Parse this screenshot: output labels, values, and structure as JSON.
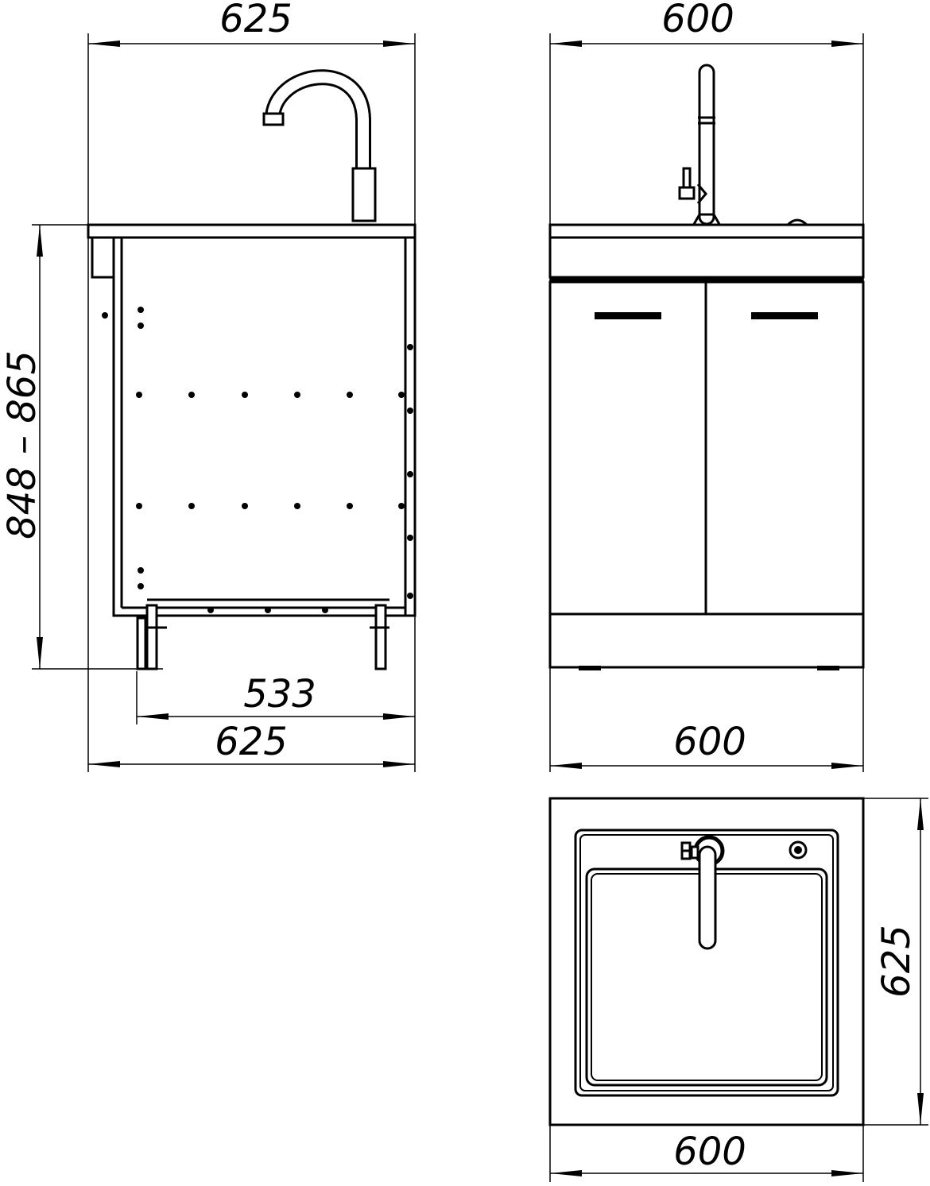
{
  "side_view": {
    "top_width": "625",
    "height": "848 – 865",
    "inner_depth": "533",
    "bottom_width": "625"
  },
  "front_view": {
    "top_width": "600",
    "bottom_width": "600"
  },
  "top_view": {
    "bottom_width": "600",
    "depth": "625"
  }
}
